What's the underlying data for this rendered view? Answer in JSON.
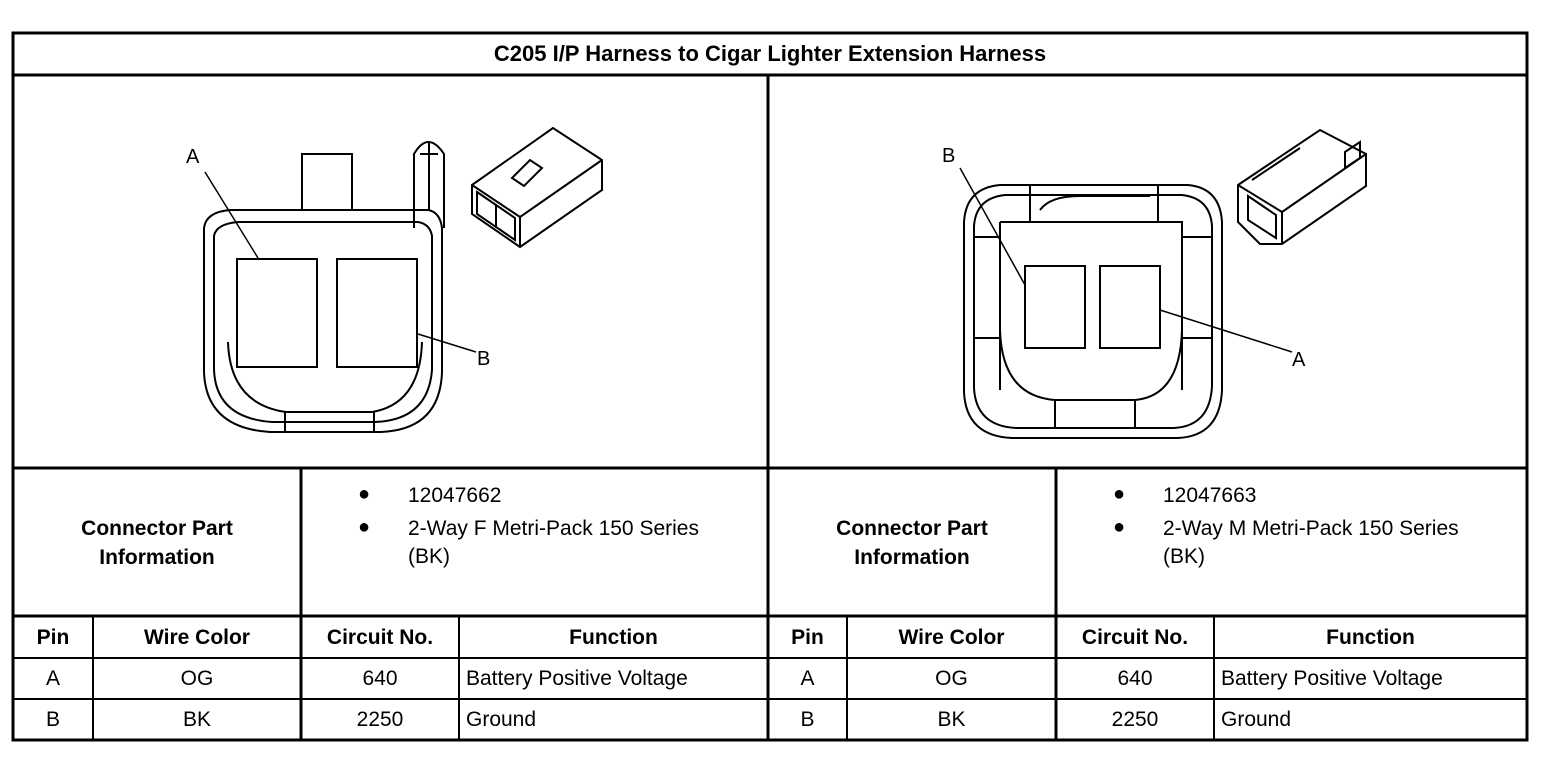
{
  "title": "C205 I/P Harness to Cigar Lighter Extension Harness",
  "left": {
    "diagram_labels": {
      "a": "A",
      "b": "B"
    },
    "info_label": "Connector Part\nInformation",
    "info_items": [
      "12047662",
      "2-Way F Metri-Pack 150 Series",
      "(BK)"
    ],
    "headers": {
      "pin": "Pin",
      "wire_color": "Wire Color",
      "circuit": "Circuit No.",
      "function": "Function"
    },
    "rows": [
      {
        "pin": "A",
        "wire_color": "OG",
        "circuit": "640",
        "function": "Battery Positive Voltage"
      },
      {
        "pin": "B",
        "wire_color": "BK",
        "circuit": "2250",
        "function": "Ground"
      }
    ]
  },
  "right": {
    "diagram_labels": {
      "a": "A",
      "b": "B"
    },
    "info_label": "Connector Part\nInformation",
    "info_items": [
      "12047663",
      "2-Way M Metri-Pack 150 Series",
      "(BK)"
    ],
    "headers": {
      "pin": "Pin",
      "wire_color": "Wire Color",
      "circuit": "Circuit No.",
      "function": "Function"
    },
    "rows": [
      {
        "pin": "A",
        "wire_color": "OG",
        "circuit": "640",
        "function": "Battery Positive Voltage"
      },
      {
        "pin": "B",
        "wire_color": "BK",
        "circuit": "2250",
        "function": "Ground"
      }
    ]
  }
}
